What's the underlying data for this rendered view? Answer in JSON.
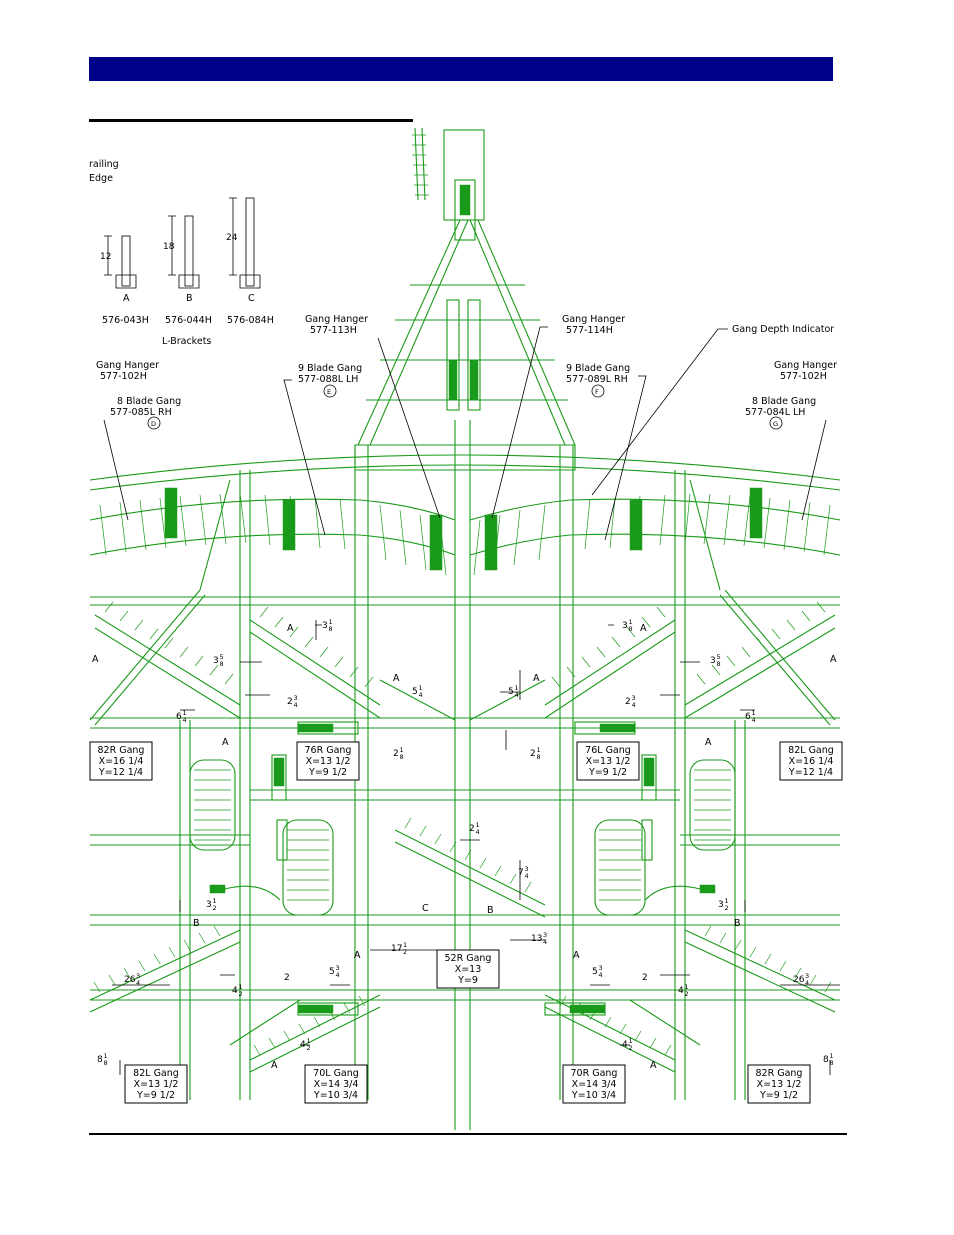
{
  "top_labels": {
    "trailing_edge_line1": "railing",
    "trailing_edge_line2": "Edge",
    "l_brackets": "L-Brackets"
  },
  "brackets": [
    {
      "letter": "A",
      "part": "576-043H",
      "height": "12"
    },
    {
      "letter": "B",
      "part": "576-044H",
      "height": "18"
    },
    {
      "letter": "C",
      "part": "576-084H",
      "height": "24"
    }
  ],
  "callouts": {
    "gang_hanger_left_title": "Gang Hanger",
    "gang_hanger_left_part": "577-102H",
    "gang_hanger_right_title": "Gang Hanger",
    "gang_hanger_right_part": "577-102H",
    "gang_hanger_113_title": "Gang Hanger",
    "gang_hanger_113_part": "577-113H",
    "gang_hanger_114_title": "Gang Hanger",
    "gang_hanger_114_part": "577-114H",
    "gang_depth_indicator": "Gang Depth Indicator",
    "blade8_left_title": "8 Blade Gang",
    "blade8_left_part": "577-085L RH",
    "blade8_left_circle": "D",
    "blade9_left_title": "9 Blade Gang",
    "blade9_left_part": "577-088L LH",
    "blade9_left_circle": "E",
    "blade9_right_title": "9 Blade Gang",
    "blade9_right_part": "577-089L RH",
    "blade9_right_circle": "F",
    "blade8_right_title": "8 Blade Gang",
    "blade8_right_part": "577-084L LH",
    "blade8_right_circle": "G"
  },
  "gang_boxes": [
    {
      "id": "82r-top",
      "name": "82R Gang",
      "x": "X=16 1/4",
      "y": "Y=12 1/4"
    },
    {
      "id": "76r",
      "name": "76R Gang",
      "x": "X=13 1/2",
      "y": "Y=9 1/2"
    },
    {
      "id": "76l",
      "name": "76L Gang",
      "x": "X=13 1/2",
      "y": "Y=9 1/2"
    },
    {
      "id": "82l-top",
      "name": "82L Gang",
      "x": "X=16 1/4",
      "y": "Y=12 1/4"
    },
    {
      "id": "52r",
      "name": "52R Gang",
      "x": "X=13",
      "y": "Y=9"
    },
    {
      "id": "82l-bottom",
      "name": "82L Gang",
      "x": "X=13 1/2",
      "y": "Y=9 1/2"
    },
    {
      "id": "70l",
      "name": "70L Gang",
      "x": "X=14 3/4",
      "y": "Y=10 3/4"
    },
    {
      "id": "70r",
      "name": "70R Gang",
      "x": "X=14 3/4",
      "y": "Y=10 3/4"
    },
    {
      "id": "82r-bottom",
      "name": "82R Gang",
      "x": "X=13 1/2",
      "y": "Y=9 1/2"
    }
  ],
  "dimensions": [
    {
      "id": "d-3-1-8-left",
      "whole": "3",
      "num": "1",
      "den": "8"
    },
    {
      "id": "d-3-5-8-left",
      "whole": "3",
      "num": "5",
      "den": "8"
    },
    {
      "id": "d-2-3-4-left",
      "whole": "2",
      "num": "3",
      "den": "4"
    },
    {
      "id": "d-6-1-4-left",
      "whole": "6",
      "num": "1",
      "den": "4"
    },
    {
      "id": "d-5-1-4-left",
      "whole": "5",
      "num": "1",
      "den": "4"
    },
    {
      "id": "d-2-1-8-left",
      "whole": "2",
      "num": "1",
      "den": "8"
    },
    {
      "id": "d-5-1-4-right",
      "whole": "5",
      "num": "1",
      "den": "4"
    },
    {
      "id": "d-2-1-8-right",
      "whole": "2",
      "num": "1",
      "den": "8"
    },
    {
      "id": "d-3-1-8-right",
      "whole": "3",
      "num": "1",
      "den": "8"
    },
    {
      "id": "d-3-5-8-right",
      "whole": "3",
      "num": "5",
      "den": "8"
    },
    {
      "id": "d-2-3-4-right",
      "whole": "2",
      "num": "3",
      "den": "4"
    },
    {
      "id": "d-6-1-4-right",
      "whole": "6",
      "num": "1",
      "den": "4"
    },
    {
      "id": "d-2-1-4-center",
      "whole": "2",
      "num": "1",
      "den": "4"
    },
    {
      "id": "d-7-3-4-center",
      "whole": "7",
      "num": "3",
      "den": "4"
    },
    {
      "id": "d-3-1-2-left",
      "whole": "3",
      "num": "1",
      "den": "2"
    },
    {
      "id": "d-3-1-2-right",
      "whole": "3",
      "num": "1",
      "den": "2"
    },
    {
      "id": "d-17-1-2",
      "whole": "17",
      "num": "1",
      "den": "2"
    },
    {
      "id": "d-13-3-4",
      "whole": "13",
      "num": "3",
      "den": "4"
    },
    {
      "id": "d-26-3-4-left",
      "whole": "26",
      "num": "3",
      "den": "4"
    },
    {
      "id": "d-26-3-4-right",
      "whole": "26",
      "num": "3",
      "den": "4"
    },
    {
      "id": "d-5-3-4-left",
      "whole": "5",
      "num": "3",
      "den": "4"
    },
    {
      "id": "d-5-3-4-right",
      "whole": "5",
      "num": "3",
      "den": "4"
    },
    {
      "id": "d-4-1-2-left",
      "whole": "4",
      "num": "1",
      "den": "2"
    },
    {
      "id": "d-4-1-2-right",
      "whole": "4",
      "num": "1",
      "den": "2"
    },
    {
      "id": "d-4-1-2-bl",
      "whole": "4",
      "num": "1",
      "den": "2"
    },
    {
      "id": "d-4-1-2-br",
      "whole": "4",
      "num": "1",
      "den": "2"
    },
    {
      "id": "d-8-1-8-left",
      "whole": "8",
      "num": "1",
      "den": "8"
    },
    {
      "id": "d-8-1-8-right",
      "whole": "8",
      "num": "1",
      "den": "8"
    }
  ],
  "simple_dims": {
    "two_left": "2",
    "two_right": "2"
  },
  "letters": {
    "a": "A",
    "b": "B",
    "c": "C"
  },
  "colors": {
    "header": "#00008b",
    "frame": "#1a9a1a",
    "ink": "#000000"
  }
}
